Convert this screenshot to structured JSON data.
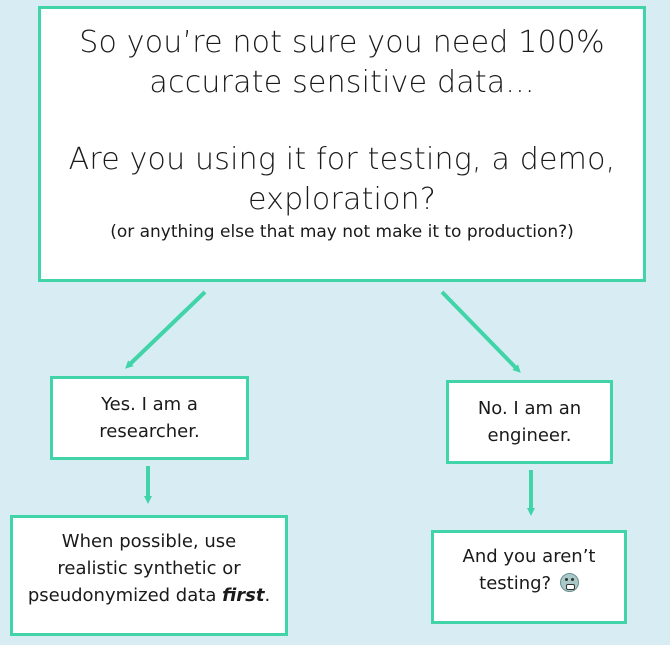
{
  "main_question": {
    "line1": "So you’re not sure you need 100%",
    "line2": "accurate sensitive data...",
    "line3": "Are you using it for testing, a demo,",
    "line4": "exploration?",
    "sub": "(or anything else that may not make it to production?)"
  },
  "yes_branch": {
    "line1": "Yes. I am a",
    "line2": "researcher.",
    "result_line1": "When possible, use",
    "result_line2": "realistic synthetic or",
    "result_line3_prefix": "pseudonymized data ",
    "result_line3_emphasis": "first",
    "result_line3_suffix": "."
  },
  "no_branch": {
    "line1": "No. I am an",
    "line2": "engineer.",
    "result_line1": "And you aren’t",
    "result_line2": "testing?",
    "result_emoji": "grimacing-face-icon"
  },
  "colors": {
    "background": "#d8edf3",
    "accent": "#40d4a8",
    "box_fill": "#ffffff",
    "text": "#1a1a1a"
  }
}
